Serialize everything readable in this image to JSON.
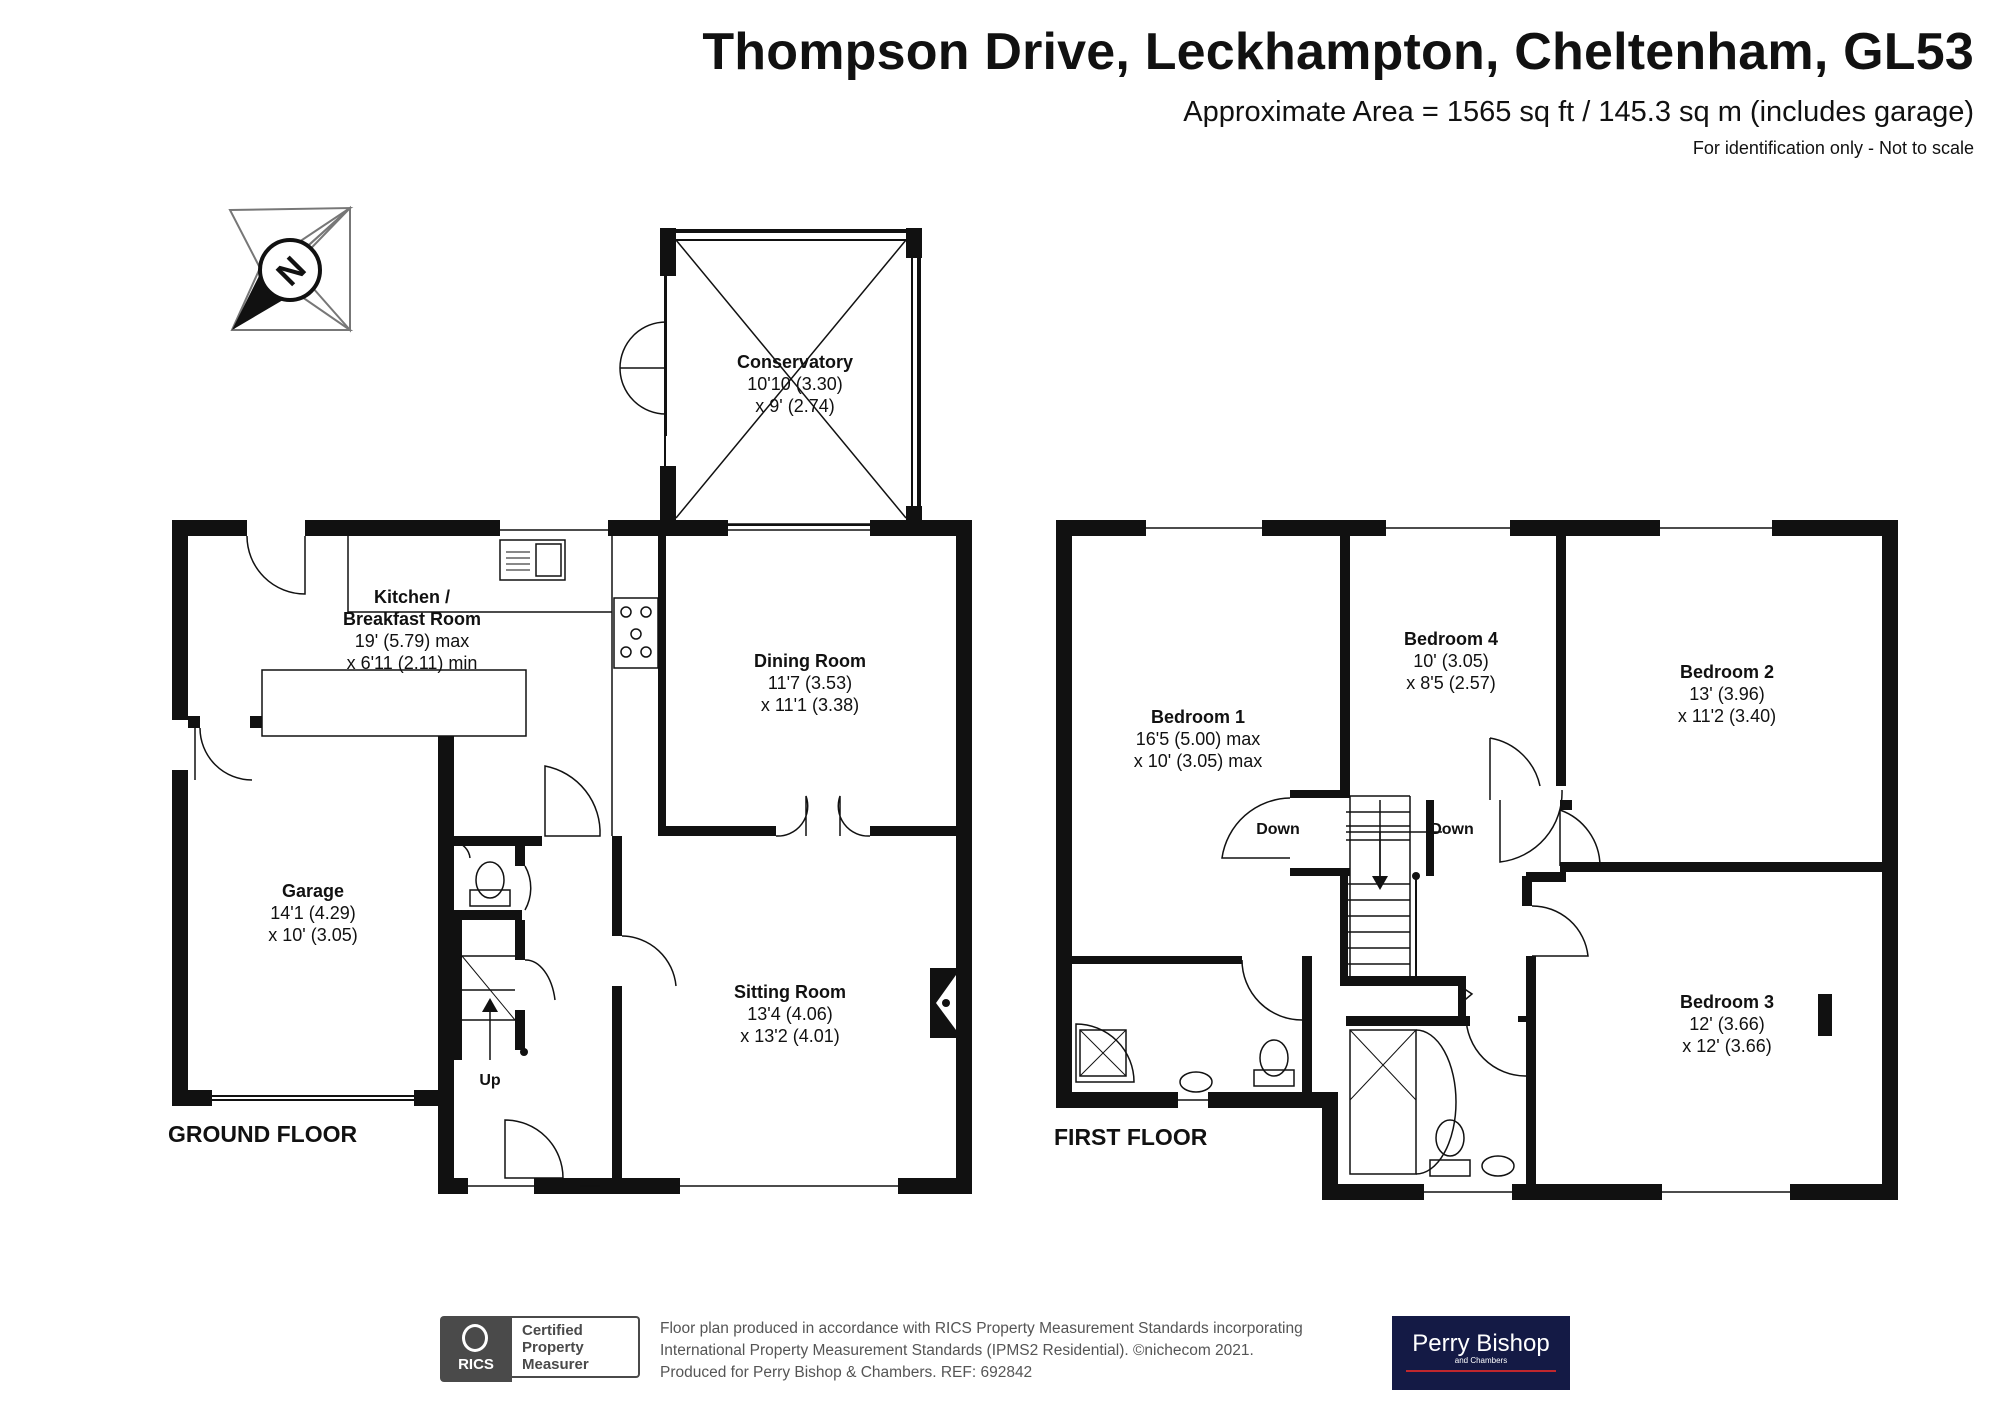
{
  "header": {
    "title": "Thompson Drive, Leckhampton, Cheltenham, GL53",
    "area": "Approximate Area = 1565 sq ft / 145.3 sq m (includes garage)",
    "note": "For identification only - Not to scale"
  },
  "compass": {
    "letter": "N",
    "icon": "compass-rose-icon"
  },
  "ground_floor": {
    "label": "GROUND FLOOR",
    "stairs_label": "Up",
    "rooms": {
      "conservatory": {
        "name": "Conservatory",
        "dim1": "10'10 (3.30)",
        "dim2": "x 9' (2.74)"
      },
      "kitchen": {
        "name1": "Kitchen /",
        "name2": "Breakfast Room",
        "dim1": "19' (5.79) max",
        "dim2": "x 6'11 (2.11) min"
      },
      "dining": {
        "name": "Dining Room",
        "dim1": "11'7 (3.53)",
        "dim2": "x 11'1 (3.38)"
      },
      "garage": {
        "name": "Garage",
        "dim1": "14'1 (4.29)",
        "dim2": "x 10' (3.05)"
      },
      "sitting": {
        "name": "Sitting Room",
        "dim1": "13'4 (4.06)",
        "dim2": "x 13'2 (4.01)"
      }
    }
  },
  "first_floor": {
    "label": "FIRST FLOOR",
    "stairs_left": "Down",
    "stairs_right": "Down",
    "rooms": {
      "bedroom1": {
        "name": "Bedroom 1",
        "dim1": "16'5 (5.00) max",
        "dim2": "x 10' (3.05) max"
      },
      "bedroom4": {
        "name": "Bedroom 4",
        "dim1": "10' (3.05)",
        "dim2": "x 8'5 (2.57)"
      },
      "bedroom2": {
        "name": "Bedroom 2",
        "dim1": "13' (3.96)",
        "dim2": "x 11'2 (3.40)"
      },
      "bedroom3": {
        "name": "Bedroom 3",
        "dim1": "12' (3.66)",
        "dim2": "x 12' (3.66)"
      }
    }
  },
  "footer": {
    "rics_name": "RICS",
    "cert_line1": "Certified",
    "cert_line2": "Property",
    "cert_line3": "Measurer",
    "text_line1": "Floor plan produced in accordance with RICS Property Measurement Standards incorporating",
    "text_line2": "International Property Measurement Standards (IPMS2 Residential).  ©nichecom 2021.",
    "text_line3": "Produced for Perry Bishop & Chambers.   REF:  692842",
    "agent_name": "Perry Bishop",
    "agent_sub": "and Chambers"
  },
  "colors": {
    "wall": "#111111",
    "agent_bg": "#141a45",
    "agent_accent": "#c0272d",
    "rics_grey": "#4a4a4a"
  }
}
